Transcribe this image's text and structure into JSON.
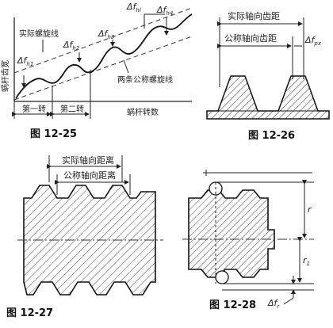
{
  "fig25": {
    "caption": "图 12-25",
    "actual_helix": "实际螺旋线",
    "nominal_helix": "两条公称螺旋线",
    "y_axis": "蜗杆齿宽",
    "x_axis": "蜗杆转数",
    "first_turn": "第一转",
    "second_turn": "第二转",
    "df_h1": "Δf",
    "df_h1_sub": "h1",
    "df_h2": "Δf",
    "df_h2_sub": "h2",
    "df_h3": "Δf",
    "df_h3_sub": "h3",
    "df_hl": "Δf",
    "df_hl_sub": "hl",
    "df_h4": "Δf",
    "df_h4_sub": "h4"
  },
  "fig26": {
    "caption": "图 12-26",
    "actual_pitch": "实际轴向齿距",
    "nominal_pitch": "公称轴向齿距",
    "df_px": "Δf",
    "df_px_sub": "px"
  },
  "fig27": {
    "caption": "图 12-27",
    "actual_distance": "实际轴向距离",
    "nominal_distance": "公称轴向距离"
  },
  "fig28": {
    "caption": "图 12-28",
    "r": "r",
    "r1": "r",
    "r1_sub": "1",
    "df_r": "Δf",
    "df_r_sub": "r"
  }
}
